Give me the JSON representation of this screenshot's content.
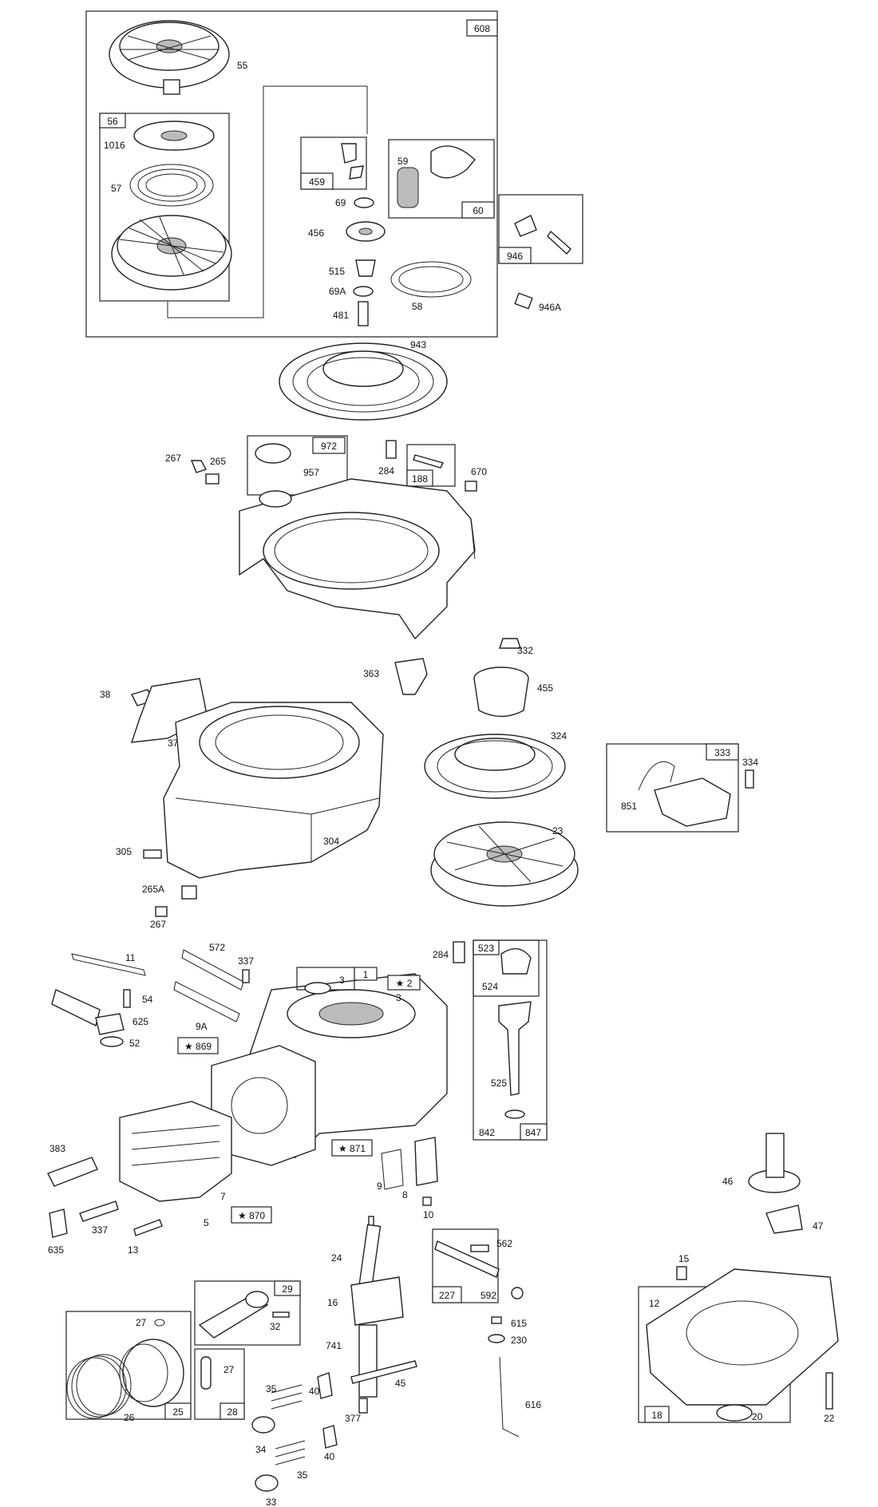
{
  "labels": {
    "p55": "55",
    "p608": "608",
    "p56": "56",
    "p1016": "1016",
    "p57": "57",
    "p459": "459",
    "p69": "69",
    "p456": "456",
    "p515": "515",
    "p69a": "69A",
    "p481": "481",
    "p59": "59",
    "p60": "60",
    "p58": "58",
    "p946": "946",
    "p946a": "946A",
    "p943": "943",
    "p267a": "267",
    "p265a": "265",
    "p972": "972",
    "p957": "957",
    "p284a": "284",
    "p188": "188",
    "p670": "670",
    "p332": "332",
    "p363": "363",
    "p455": "455",
    "p38": "38",
    "p37": "37",
    "p324": "324",
    "p333": "333",
    "p334": "334",
    "p851": "851",
    "p304": "304",
    "p23": "23",
    "p305": "305",
    "p265b": "265A",
    "p267b": "267",
    "p284b": "284",
    "p523": "523",
    "p11": "11",
    "p572": "572",
    "p337a": "337",
    "p1": "1",
    "p3a": "3",
    "p2": "★ 2",
    "p3b": "3",
    "p524": "524",
    "p54": "54",
    "p625": "625",
    "p9a": "9A",
    "p52": "52",
    "p869": "★ 869",
    "p525": "525",
    "p842": "842",
    "p847": "847",
    "p383": "383",
    "p871": "★ 871",
    "p9": "9",
    "p8": "8",
    "p7": "7",
    "p10": "10",
    "p46": "46",
    "p870": "★ 870",
    "p5": "5",
    "p47": "47",
    "p635": "635",
    "p337b": "337",
    "p13": "13",
    "p24": "24",
    "p562": "562",
    "p15": "15",
    "p29": "29",
    "p227": "227",
    "p592": "592",
    "p12": "12",
    "p16": "16",
    "p32": "32",
    "p27a": "27",
    "p615": "615",
    "p230": "230",
    "p741": "741",
    "p27b": "27",
    "p35a": "35",
    "p40a": "40",
    "p45": "45",
    "p26": "26",
    "p25": "25",
    "p28": "28",
    "p377": "377",
    "p616": "616",
    "p34": "34",
    "p18": "18",
    "p20": "20",
    "p22": "22",
    "p40b": "40",
    "p35b": "35",
    "p33": "33"
  },
  "colors": {
    "ink": "#222222",
    "paper": "#ffffff",
    "shade": "#bbbbbb"
  }
}
